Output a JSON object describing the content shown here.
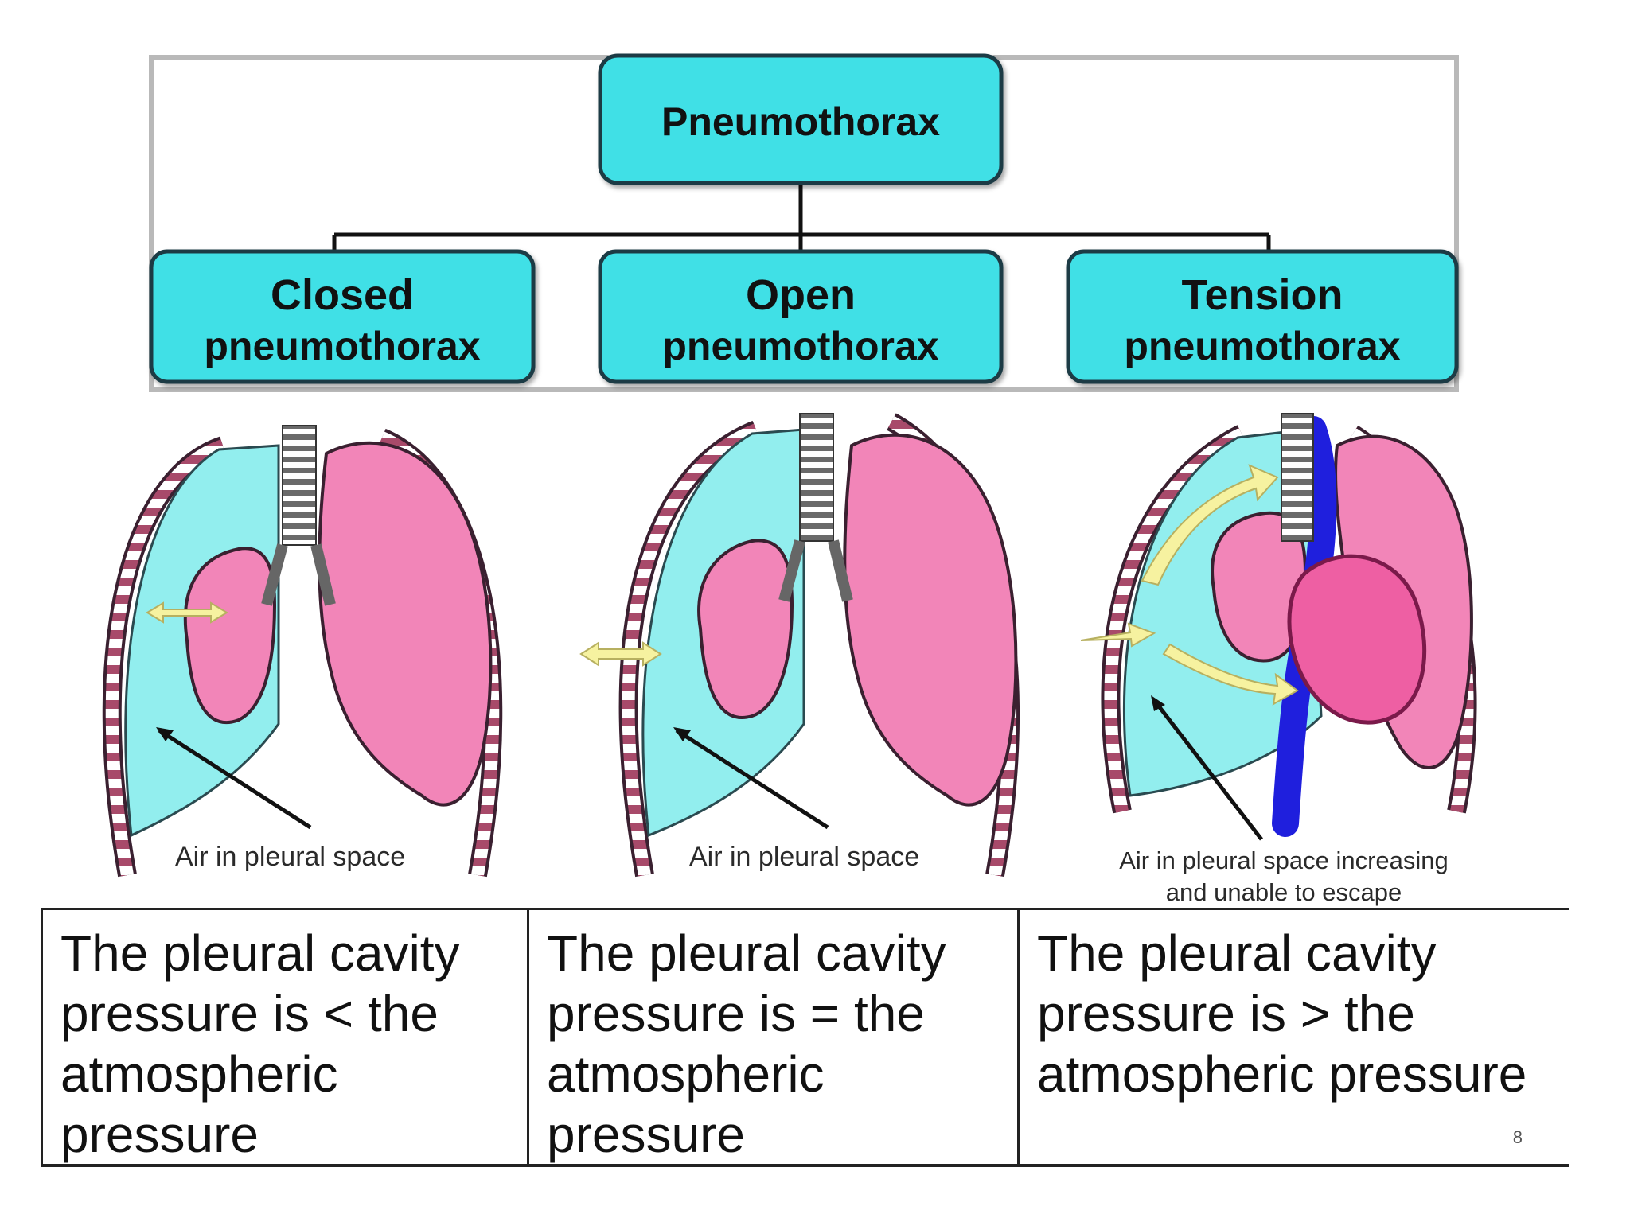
{
  "hierarchy": {
    "root": "Pneumothorax",
    "children": [
      {
        "line1": "Closed",
        "line2": "pneumothorax"
      },
      {
        "line1": "Open",
        "line2": "pneumothorax"
      },
      {
        "line1": "Tension",
        "line2": "pneumothorax"
      }
    ]
  },
  "illustrations": [
    {
      "caption": "Air in pleural space"
    },
    {
      "caption": "Air in pleural space"
    },
    {
      "caption_line1": "Air in pleural space increasing",
      "caption_line2": "and unable to escape"
    }
  ],
  "table": {
    "cells": [
      "The pleural cavity pressure is < the atmospheric pressure",
      "The pleural cavity pressure is = the atmospheric pressure",
      "The pleural cavity pressure is > the atmospheric pressure"
    ]
  },
  "slide_number": "8",
  "colors": {
    "box_fill": "#3fe0e6",
    "box_stroke": "#1b3a44",
    "air_fill": "#92eeee",
    "lung_fill": "#f285b8",
    "heart_fill": "#ee5fa3",
    "vein_fill": "#1f1fdd",
    "arrow_fill": "#f6f2a0"
  }
}
